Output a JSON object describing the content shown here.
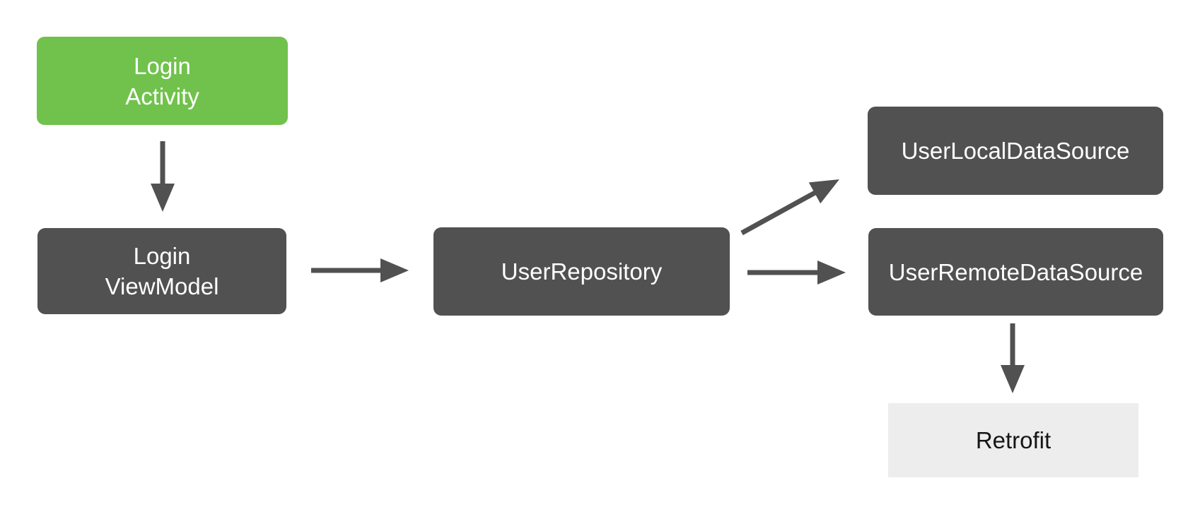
{
  "diagram": {
    "nodes": {
      "login_activity": {
        "label": "Login\nActivity"
      },
      "login_viewmodel": {
        "label": "Login\nViewModel"
      },
      "user_repository": {
        "label": "UserRepository"
      },
      "user_local_data_source": {
        "label": "UserLocalDataSource"
      },
      "user_remote_data_source": {
        "label": "UserRemoteDataSource"
      },
      "retrofit": {
        "label": "Retrofit"
      }
    },
    "edges": [
      {
        "from": "login_activity",
        "to": "login_viewmodel"
      },
      {
        "from": "login_viewmodel",
        "to": "user_repository"
      },
      {
        "from": "user_repository",
        "to": "user_local_data_source"
      },
      {
        "from": "user_repository",
        "to": "user_remote_data_source"
      },
      {
        "from": "user_remote_data_source",
        "to": "retrofit"
      }
    ],
    "colors": {
      "activity_green": "#70C24C",
      "node_dark_gray": "#515151",
      "retrofit_light_gray": "#EDEDED",
      "arrow_gray": "#515151",
      "background": "#FFFFFF"
    }
  }
}
